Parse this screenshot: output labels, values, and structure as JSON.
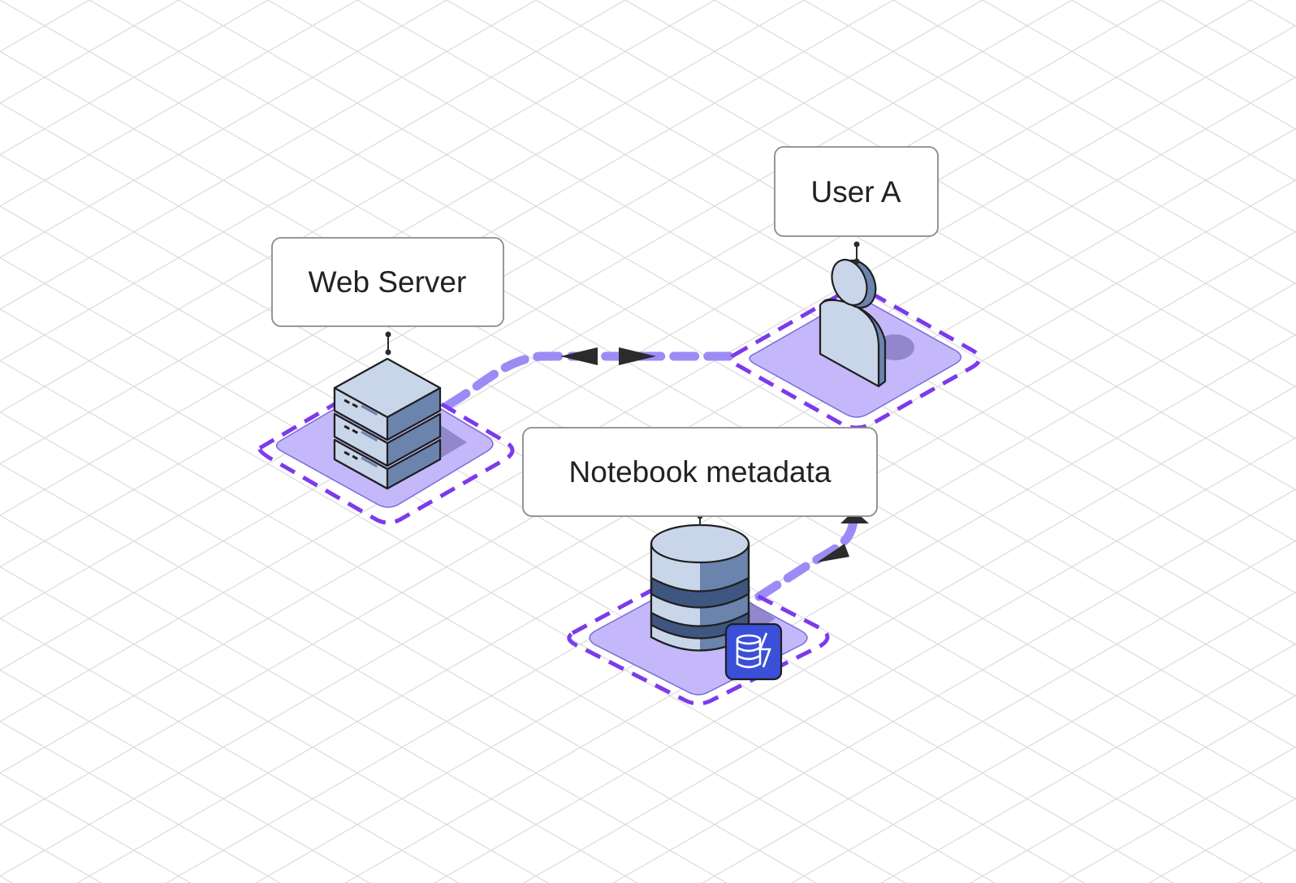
{
  "diagram": {
    "nodes": {
      "web_server": {
        "label": "Web Server",
        "icon": "server-rack-icon"
      },
      "user_a": {
        "label": "User A",
        "icon": "user-icon"
      },
      "notebook_metadata": {
        "label": "Notebook metadata",
        "icon": "database-icon",
        "badge_icon": "dynamodb-icon"
      }
    },
    "colors": {
      "grid_line": "#dcdcdc",
      "platform_fill": "#c4b8fb",
      "platform_stroke": "#7a6ad9",
      "dashed_outline": "#7c3aed",
      "connector": "#9b8cf5",
      "arrowhead": "#2b2b2b",
      "icon_light": "#c9d6ea",
      "icon_dark": "#6b84ad",
      "badge_fill": "#3b4fd8",
      "label_border": "#8a8a8a"
    }
  }
}
